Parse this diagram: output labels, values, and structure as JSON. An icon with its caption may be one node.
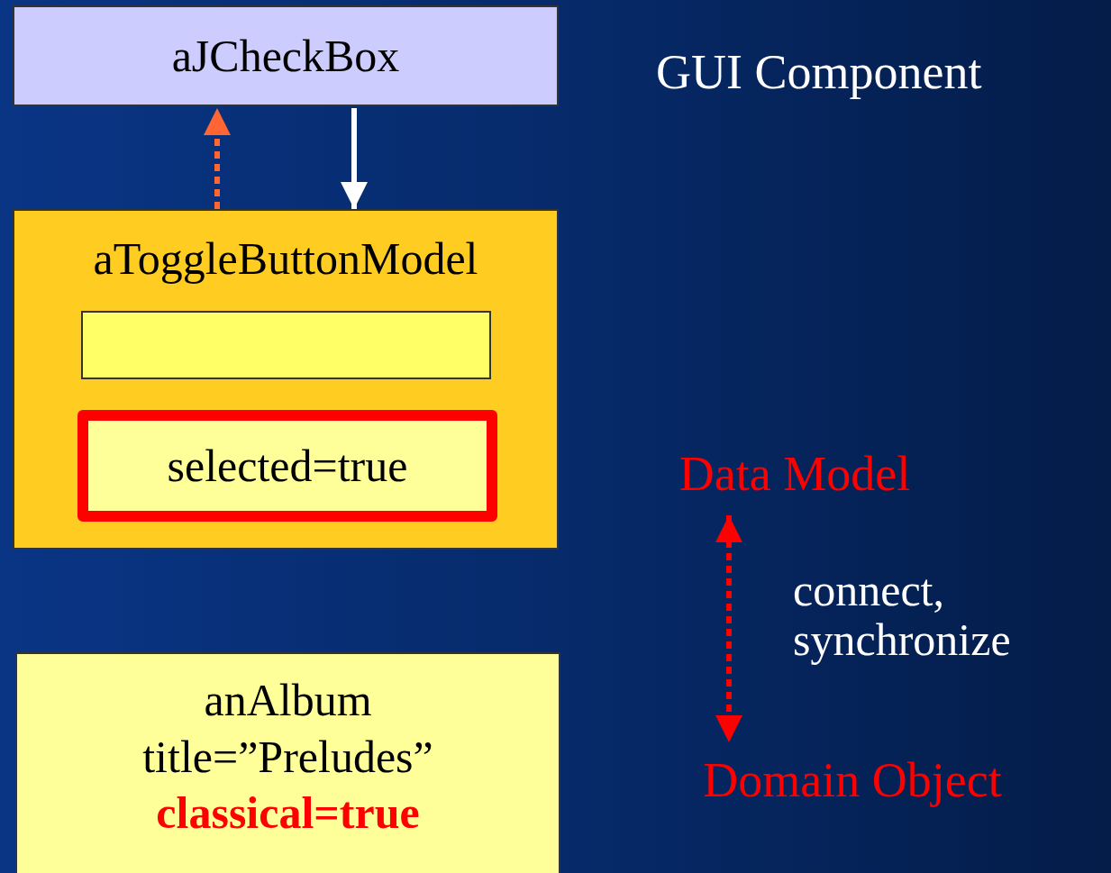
{
  "diagram": {
    "nodes": [
      {
        "text": [
          "aJCheckBox"
        ]
      },
      {
        "text": [
          "aToggleButtonModel"
        ]
      },
      {
        "text": [],
        "shape": "box",
        "in": 1
      },
      {
        "text": [
          "selected=true"
        ],
        "in": 1
      },
      {
        "text": [
          "anAlbum",
          "title=”Preludes”",
          "classical=true"
        ]
      },
      {
        "text": [
          "Data Model"
        ]
      },
      {
        "text": [
          "Domain Object"
        ]
      }
    ],
    "edges": [
      {
        "from": 1,
        "to": 0,
        "arrow": "to",
        "style": "dashed",
        "color": "#ff6633"
      },
      {
        "from": 0,
        "to": 1,
        "arrow": "to",
        "color": "#ffffff"
      },
      {
        "from": 5,
        "to": 6,
        "arrow": "both",
        "style": "dashed",
        "color": "#ff0000",
        "label": "connect, synchronize"
      }
    ],
    "labels": [
      "GUI Component"
    ]
  }
}
